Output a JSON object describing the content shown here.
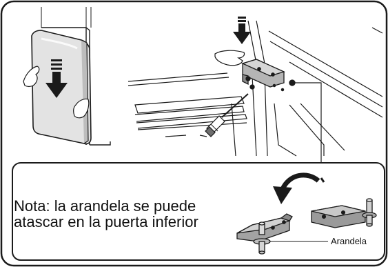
{
  "note": {
    "line1": "Nota: la arandela se puede",
    "line2": "atascar en la puerta inferior"
  },
  "callout": {
    "washer_label": "Arandela"
  },
  "colors": {
    "outline": "#1a1a1a",
    "door_fill": "#d9d9d9",
    "hinge_fill": "#9a9a9a",
    "panel_bg": "#ffffff"
  },
  "icons": [
    "down-arrow-icon",
    "curved-arrow-icon",
    "screwdriver-icon",
    "hand-icon",
    "hinge-icon",
    "washer-icon"
  ]
}
